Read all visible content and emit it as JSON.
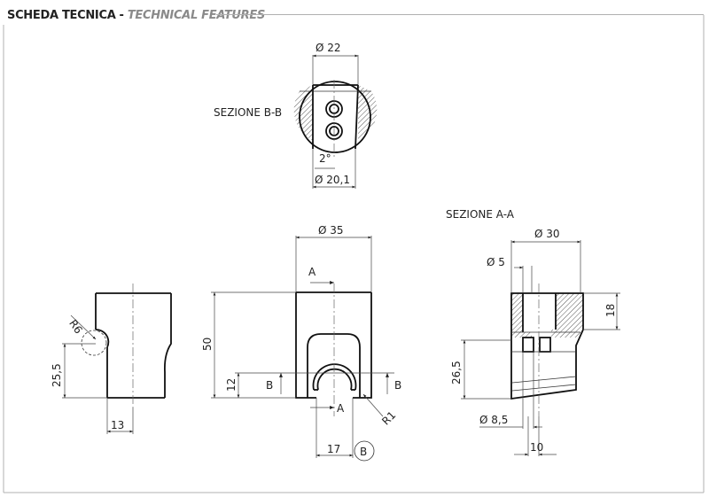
{
  "header": {
    "title": "SCHEDA TECNICA",
    "separator": "-",
    "subtitle": "TECHNICAL FEATURES"
  },
  "section_bb": {
    "label": "SEZIONE B-B",
    "dim_top": "Ø 22",
    "dim_bottom": "Ø 20,1",
    "angle": "2°"
  },
  "section_aa": {
    "label": "SEZIONE A-A",
    "dim_d30": "Ø 30",
    "dim_d5": "Ø 5",
    "dim_18": "18",
    "dim_26_5": "26,5",
    "dim_d8_5": "Ø 8,5",
    "dim_10": "10"
  },
  "front_view": {
    "dim_d35": "Ø 35",
    "dim_50": "50",
    "dim_12": "12",
    "dim_17": "17",
    "r1": "R1",
    "section_a_top": "A",
    "section_a_bottom": "A",
    "section_b_left": "B",
    "section_b_right": "B",
    "detail_b": "B"
  },
  "side_view": {
    "r6": "R6",
    "dim_25_5": "25,5",
    "dim_13": "13"
  }
}
